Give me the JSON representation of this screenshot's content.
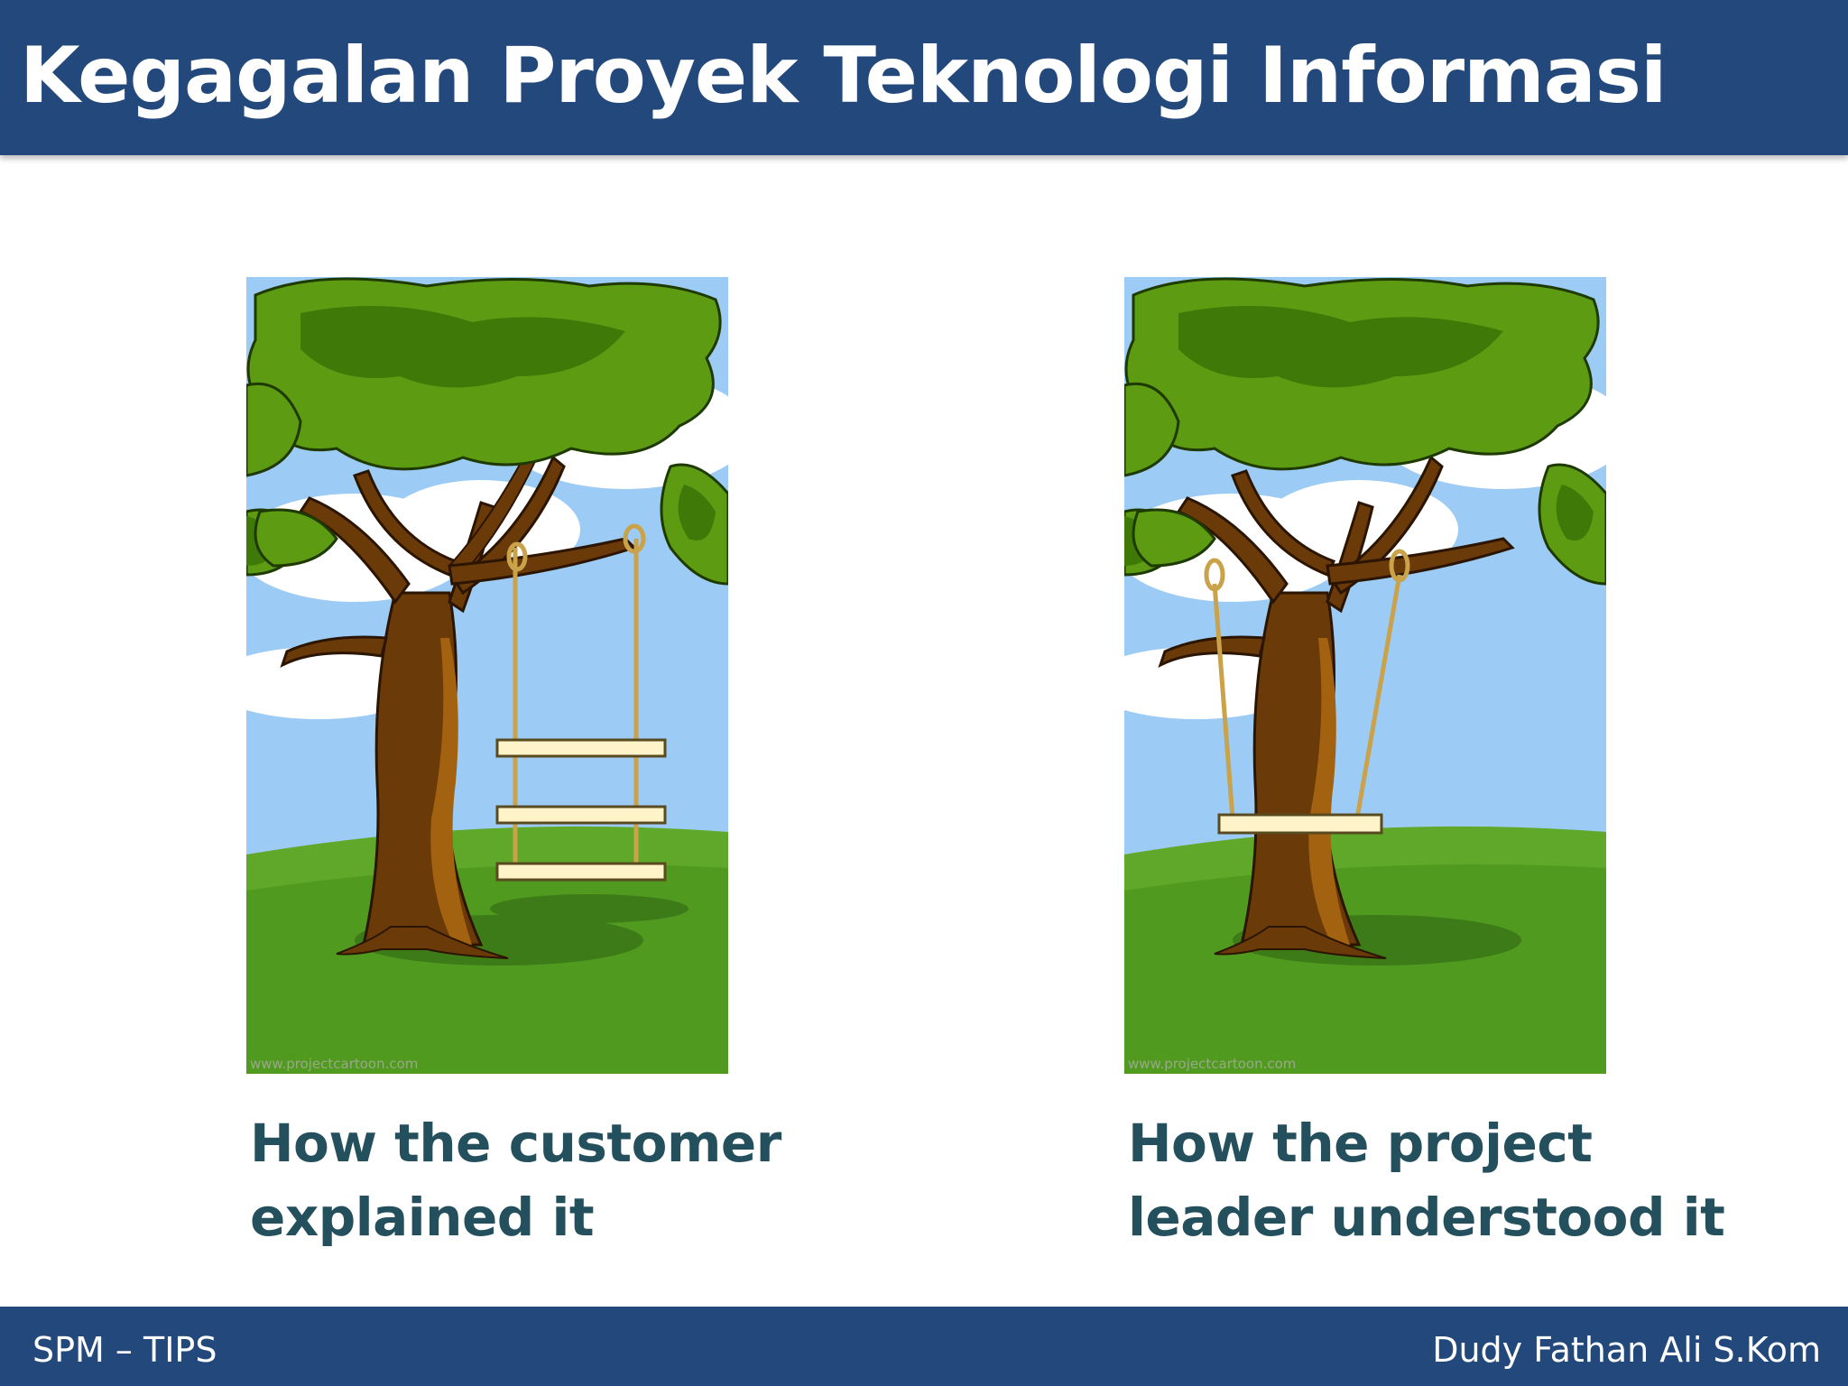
{
  "slide": {
    "title": "Kegagalan Proyek Teknologi Informasi"
  },
  "panels": [
    {
      "caption_line1": "How the customer",
      "caption_line2": "explained it",
      "watermark": "www.projectcartoon.com",
      "icon": "tree-swing-three-seats-illustration"
    },
    {
      "caption_line1": "How the project",
      "caption_line2": "leader understood it",
      "watermark": "www.projectcartoon.com",
      "icon": "tree-swing-through-trunk-illustration"
    }
  ],
  "footer": {
    "left": "SPM – TIPS",
    "right": "Dudy Fathan Ali S.Kom"
  },
  "colors": {
    "header_bg": "#22487c",
    "caption_text": "#24505e",
    "sky": "#9ccbf5",
    "grass": "#5fa829",
    "canopy": "#5d9c12",
    "trunk": "#6b3a09"
  }
}
